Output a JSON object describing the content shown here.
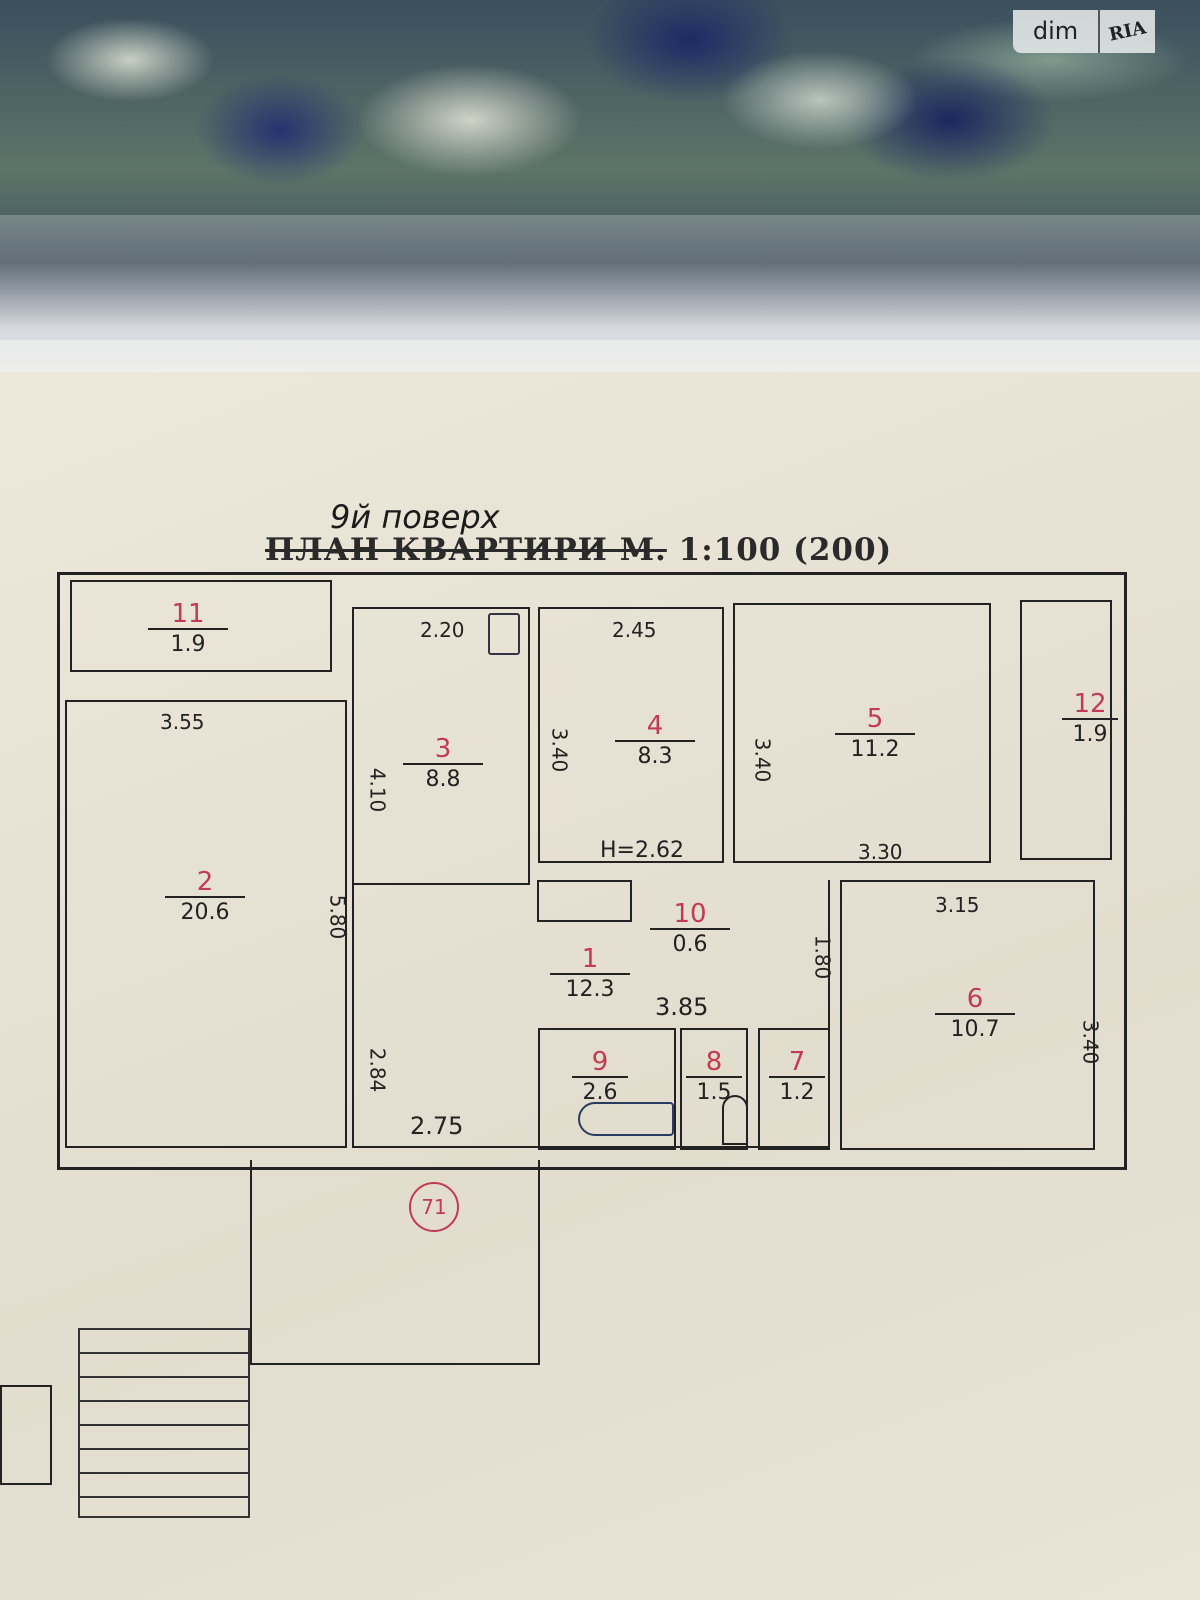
{
  "watermark": {
    "brand_left": "dim",
    "brand_right": "RIA"
  },
  "plan": {
    "handwritten_floor": "9й поверх",
    "title_struck": "ПЛАН КВАРТИРИ М.",
    "title_scale": "1:100 (200)",
    "ceiling_height": "H=2.62",
    "entrance_number": "71",
    "rooms": [
      {
        "number": "1",
        "area": "12.3"
      },
      {
        "number": "2",
        "area": "20.6"
      },
      {
        "number": "3",
        "area": "8.8"
      },
      {
        "number": "4",
        "area": "8.3"
      },
      {
        "number": "5",
        "area": "11.2"
      },
      {
        "number": "6",
        "area": "10.7"
      },
      {
        "number": "7",
        "area": "1.2"
      },
      {
        "number": "8",
        "area": "1.5"
      },
      {
        "number": "9",
        "area": "2.6"
      },
      {
        "number": "10",
        "area": "0.6"
      },
      {
        "number": "11",
        "area": "1.9"
      },
      {
        "number": "12",
        "area": "1.9"
      }
    ],
    "dimensions": {
      "room2_width": "3.55",
      "room2_length": "5.80",
      "room3_width": "2.20",
      "room3_length": "4.10",
      "room4_width": "2.45",
      "room4_length": "3.40",
      "room5_width": "3.30",
      "room5_length": "3.40",
      "room6_width": "3.15",
      "room6_length": "3.40",
      "hall_length": "3.85",
      "hall_width": "1.80",
      "entry_width": "2.75",
      "entry_length": "2.84"
    }
  }
}
